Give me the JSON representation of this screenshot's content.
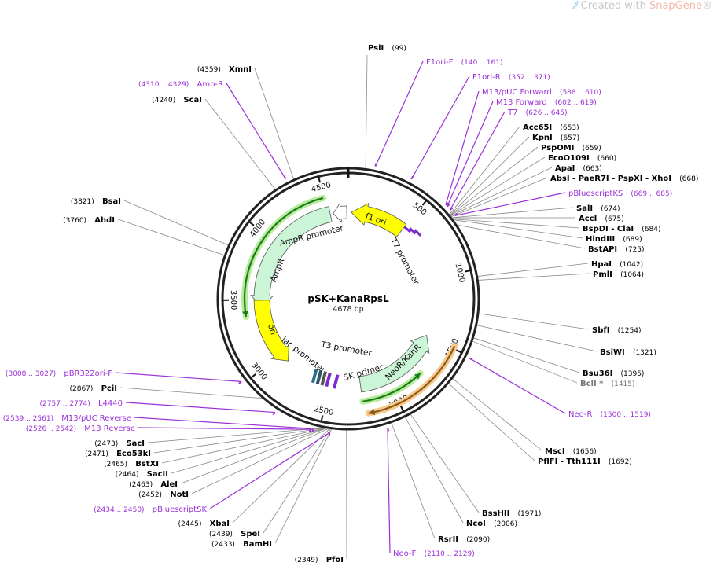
{
  "watermark": {
    "prefix": "Created with ",
    "brand": "SnapGene",
    "suffix": "®"
  },
  "plasmid": {
    "name": "pSK+KanaRpsL",
    "length": "4678 bp",
    "length_bp": 4678
  },
  "colors": {
    "enzyme": "#000000",
    "primer": "#9b30d9",
    "nonunique": "#777777",
    "yellow": "#ffff00",
    "mint": "#ccf5d8",
    "green": "#1e7a1e",
    "orange": "#8a5a1a"
  },
  "ticks": [
    "500",
    "1000",
    "1500",
    "2000",
    "2500",
    "3000",
    "3500",
    "4000",
    "4500"
  ],
  "features": [
    {
      "label": "f1 ori"
    },
    {
      "label": "AmpR promoter"
    },
    {
      "label": "AmpR"
    },
    {
      "label": "T7 promoter"
    },
    {
      "label": "ori"
    },
    {
      "label": "lac promoter"
    },
    {
      "label": "T3 promoter"
    },
    {
      "label": "SK primer"
    },
    {
      "label": "NeoR/KanR"
    }
  ],
  "sites": [
    {
      "name": "PsiI",
      "pos": "(99)",
      "kind": "enzyme"
    },
    {
      "name": "F1ori-F",
      "pos": "(140 .. 161)",
      "kind": "primer"
    },
    {
      "name": "F1ori-R",
      "pos": "(352 .. 371)",
      "kind": "primer"
    },
    {
      "name": "M13/pUC Forward",
      "pos": "(588 .. 610)",
      "kind": "primer"
    },
    {
      "name": "M13 Forward",
      "pos": "(602 .. 619)",
      "kind": "primer"
    },
    {
      "name": "T7",
      "pos": "(626 .. 645)",
      "kind": "primer"
    },
    {
      "name": "Acc65I",
      "pos": "(653)",
      "kind": "enzyme"
    },
    {
      "name": "KpnI",
      "pos": "(657)",
      "kind": "enzyme"
    },
    {
      "name": "PspOMI",
      "pos": "(659)",
      "kind": "enzyme"
    },
    {
      "name": "EcoO109I",
      "pos": "(660)",
      "kind": "enzyme"
    },
    {
      "name": "ApaI",
      "pos": "(663)",
      "kind": "enzyme"
    },
    {
      "name": "AbsI  -  PaeR7I  -  PspXI  -  XhoI",
      "pos": "(668)",
      "kind": "enzyme"
    },
    {
      "name": "pBluescriptKS",
      "pos": "(669 .. 685)",
      "kind": "primer"
    },
    {
      "name": "SalI",
      "pos": "(674)",
      "kind": "enzyme"
    },
    {
      "name": "AccI",
      "pos": "(675)",
      "kind": "enzyme"
    },
    {
      "name": "BspDI  -  ClaI",
      "pos": "(684)",
      "kind": "enzyme"
    },
    {
      "name": "HindIII",
      "pos": "(689)",
      "kind": "enzyme"
    },
    {
      "name": "BstAPI",
      "pos": "(725)",
      "kind": "enzyme"
    },
    {
      "name": "HpaI",
      "pos": "(1042)",
      "kind": "enzyme"
    },
    {
      "name": "PmlI",
      "pos": "(1064)",
      "kind": "enzyme"
    },
    {
      "name": "SbfI",
      "pos": "(1254)",
      "kind": "enzyme"
    },
    {
      "name": "BsiWI",
      "pos": "(1321)",
      "kind": "enzyme"
    },
    {
      "name": "Bsu36I",
      "pos": "(1395)",
      "kind": "enzyme"
    },
    {
      "name": "BclI *",
      "pos": "(1415)",
      "kind": "nonunique"
    },
    {
      "name": "Neo-R",
      "pos": "(1500 .. 1519)",
      "kind": "primer"
    },
    {
      "name": "MscI",
      "pos": "(1656)",
      "kind": "enzyme"
    },
    {
      "name": "PflFI  -  Tth111I",
      "pos": "(1692)",
      "kind": "enzyme"
    },
    {
      "name": "BssHII",
      "pos": "(1971)",
      "kind": "enzyme"
    },
    {
      "name": "NcoI",
      "pos": "(2006)",
      "kind": "enzyme"
    },
    {
      "name": "RsrII",
      "pos": "(2090)",
      "kind": "enzyme"
    },
    {
      "name": "Neo-F",
      "pos": "(2110 .. 2129)",
      "kind": "primer"
    },
    {
      "name": "PfoI",
      "pos": "(2349)",
      "kind": "enzyme"
    },
    {
      "name": "BamHI",
      "pos": "(2433)",
      "kind": "enzyme"
    },
    {
      "name": "SpeI",
      "pos": "(2439)",
      "kind": "enzyme"
    },
    {
      "name": "XbaI",
      "pos": "(2445)",
      "kind": "enzyme"
    },
    {
      "name": "pBluescriptSK",
      "pos": "(2434 .. 2450)",
      "kind": "primer"
    },
    {
      "name": "NotI",
      "pos": "(2452)",
      "kind": "enzyme"
    },
    {
      "name": "AleI",
      "pos": "(2463)",
      "kind": "enzyme"
    },
    {
      "name": "SacII",
      "pos": "(2464)",
      "kind": "enzyme"
    },
    {
      "name": "BstXI",
      "pos": "(2465)",
      "kind": "enzyme"
    },
    {
      "name": "Eco53kI",
      "pos": "(2471)",
      "kind": "enzyme"
    },
    {
      "name": "SacI",
      "pos": "(2473)",
      "kind": "enzyme"
    },
    {
      "name": "M13 Reverse",
      "pos": "(2526 .. 2542)",
      "kind": "primer"
    },
    {
      "name": "M13/pUC Reverse",
      "pos": "(2539 .. 2561)",
      "kind": "primer"
    },
    {
      "name": "L4440",
      "pos": "(2757 .. 2774)",
      "kind": "primer"
    },
    {
      "name": "PciI",
      "pos": "(2867)",
      "kind": "enzyme"
    },
    {
      "name": "pBR322ori-F",
      "pos": "(3008 .. 3027)",
      "kind": "primer"
    },
    {
      "name": "AhdI",
      "pos": "(3760)",
      "kind": "enzyme"
    },
    {
      "name": "BsaI",
      "pos": "(3821)",
      "kind": "enzyme"
    },
    {
      "name": "ScaI",
      "pos": "(4240)",
      "kind": "enzyme"
    },
    {
      "name": "Amp-R",
      "pos": "(4310 .. 4329)",
      "kind": "primer"
    },
    {
      "name": "XmnI",
      "pos": "(4359)",
      "kind": "enzyme"
    }
  ]
}
